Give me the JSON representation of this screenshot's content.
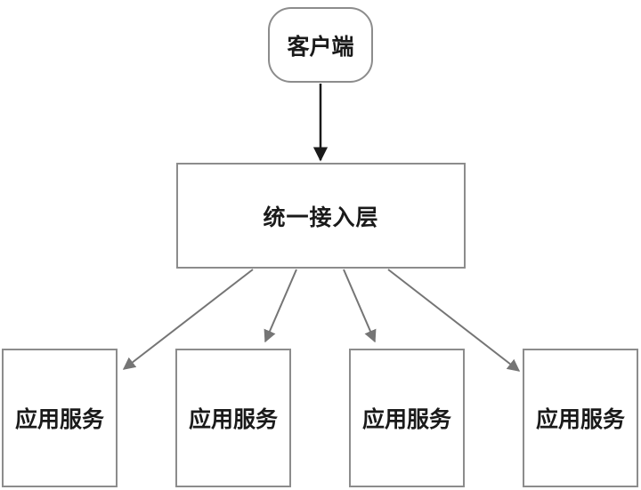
{
  "diagram": {
    "type": "architecture-flow",
    "background": "#ffffff",
    "nodes": {
      "client": {
        "label": "客户端",
        "shape": "rounded-rectangle"
      },
      "access_layer": {
        "label": "统一接入层",
        "shape": "rectangle"
      },
      "services": [
        {
          "label": "应用服务",
          "shape": "rectangle"
        },
        {
          "label": "应用服务",
          "shape": "rectangle"
        },
        {
          "label": "应用服务",
          "shape": "rectangle"
        },
        {
          "label": "应用服务",
          "shape": "rectangle"
        }
      ]
    },
    "edges": [
      {
        "from": "client",
        "to": "access_layer",
        "style": "solid-arrow",
        "color": "#1a1a1a"
      },
      {
        "from": "access_layer",
        "to": "service-1",
        "style": "solid-arrow",
        "color": "#757575"
      },
      {
        "from": "access_layer",
        "to": "service-2",
        "style": "solid-arrow",
        "color": "#757575"
      },
      {
        "from": "access_layer",
        "to": "service-3",
        "style": "solid-arrow",
        "color": "#757575"
      },
      {
        "from": "access_layer",
        "to": "service-4",
        "style": "solid-arrow",
        "color": "#757575"
      }
    ],
    "colors": {
      "node_border": "#8c8c8c",
      "node_fill": "#ffffff",
      "text": "#1a1a1a",
      "arrow_vertical": "#1a1a1a",
      "arrow_diagonal": "#757575"
    }
  }
}
